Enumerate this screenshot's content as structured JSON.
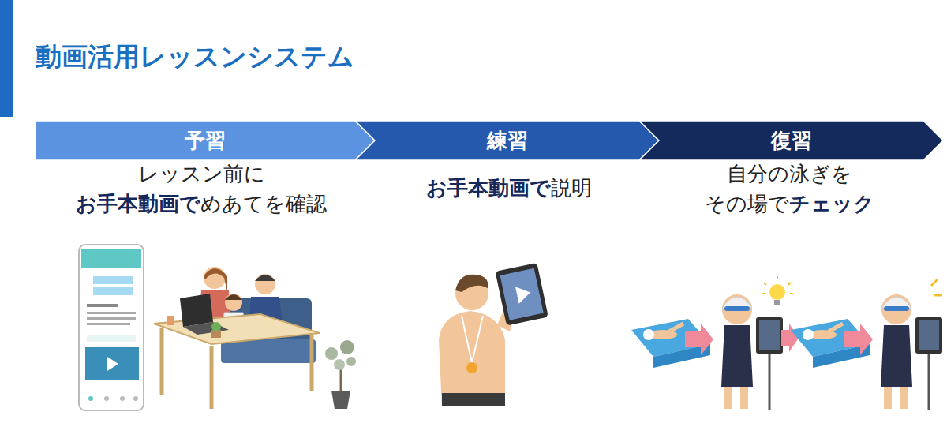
{
  "diagram": {
    "title": "動画活用レッスンシステム",
    "nodes": [
      {
        "text": [
          "予習"
        ]
      },
      {
        "text": [
          "練習"
        ]
      },
      {
        "text": [
          "復習"
        ]
      }
    ],
    "labels": [
      "レッスン前に",
      "お手本動画で",
      "めあてを確認",
      "お手本動画で",
      "説明",
      "自分の泳ぎを",
      "その場で",
      "チェック"
    ]
  }
}
